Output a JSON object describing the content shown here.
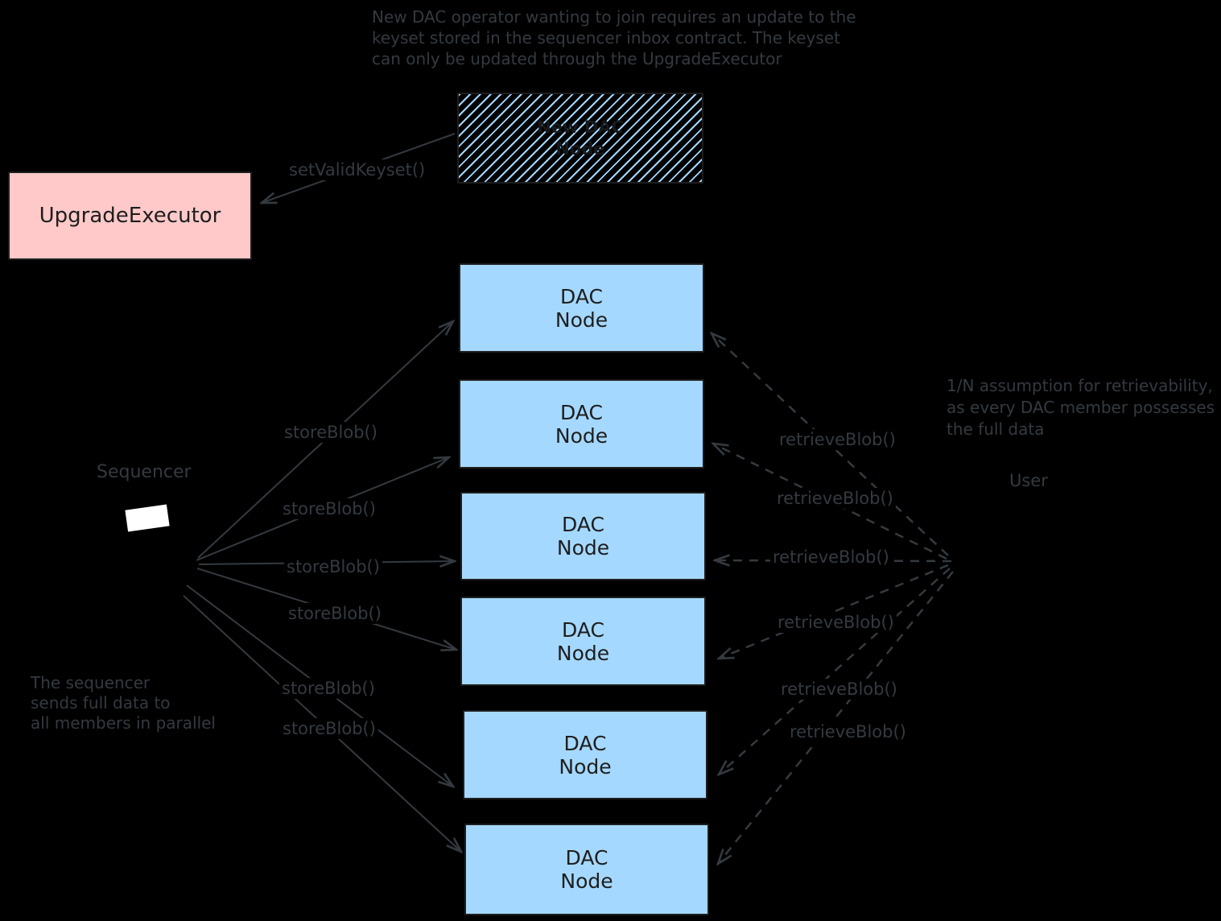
{
  "colors": {
    "background": "#000000",
    "dac_node_fill": "#a5d8ff",
    "upgrade_executor_fill": "#ffc9c9",
    "stroke": "#343a40",
    "box_text": "#1e1e1e",
    "sequencer_screen": "#ffffff"
  },
  "notes": {
    "top": {
      "lines": [
        "New DAC operator wanting to join requires an update to the",
        "keyset stored in the sequencer inbox contract. The keyset",
        "can only be updated through the UpgradeExecutor"
      ]
    },
    "retrievability": {
      "lines": [
        "1/N assumption for retrievability,",
        "as every DAC member possesses",
        "the full data"
      ]
    },
    "sequencer_parallel": {
      "lines": [
        "The sequencer",
        "sends full data to",
        "all members in parallel"
      ]
    }
  },
  "nodes": {
    "upgrade_executor": {
      "label": "UpgradeExecutor"
    },
    "new_dac_node": {
      "label": "New DAC\nNode"
    },
    "sequencer": {
      "label": "Sequencer"
    },
    "user": {
      "label": "User"
    },
    "dac_nodes": [
      {
        "label": "DAC\nNode"
      },
      {
        "label": "DAC\nNode"
      },
      {
        "label": "DAC\nNode"
      },
      {
        "label": "DAC\nNode"
      },
      {
        "label": "DAC\nNode"
      },
      {
        "label": "DAC\nNode"
      }
    ]
  },
  "edge_labels": {
    "set_valid_keyset": "setValidKeyset()",
    "store_blob": [
      "storeBlob()",
      "storeBlob()",
      "storeBlob()",
      "storeBlob()",
      "storeBlob()",
      "storeBlob()"
    ],
    "retrieve_blob": [
      "retrieveBlob()",
      "retrieveBlob()",
      "retrieveBlob()",
      "retrieveBlob()",
      "retrieveBlob()",
      "retrieveBlob()"
    ]
  }
}
